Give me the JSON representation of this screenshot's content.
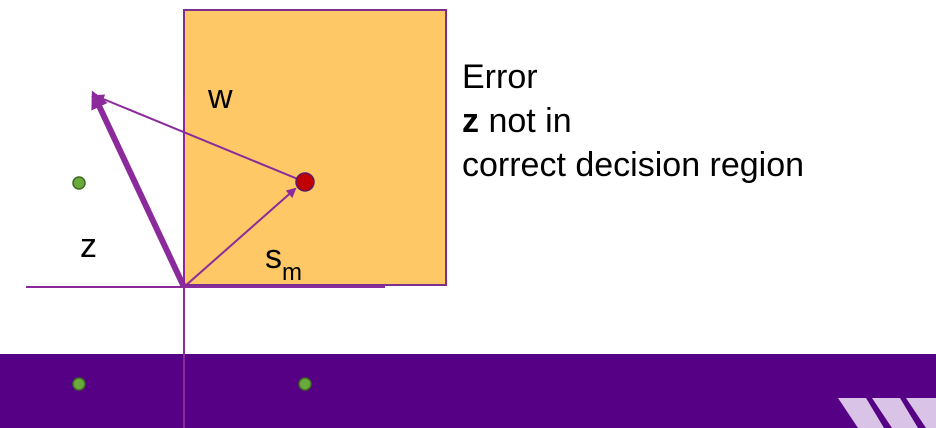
{
  "labels": {
    "w": "w",
    "z": "z",
    "s_main": "s",
    "s_sub": "m"
  },
  "caption": {
    "line1": "Error",
    "line2_bold": "z",
    "line2_rest": " not in",
    "line3": "correct decision region"
  },
  "colors": {
    "region_fill": "#fec866",
    "region_border": "#7d2f8f",
    "axis": "#8b2a9b",
    "vector_z": "#8b2a9b",
    "vector_thin": "#8b2a9b",
    "signal_point": "#c00000",
    "neighbor_point": "#6aaa3d",
    "banner": "#560085",
    "logo": "#d9c3e6"
  },
  "icons": {
    "logo": "university-w-logo-icon"
  }
}
